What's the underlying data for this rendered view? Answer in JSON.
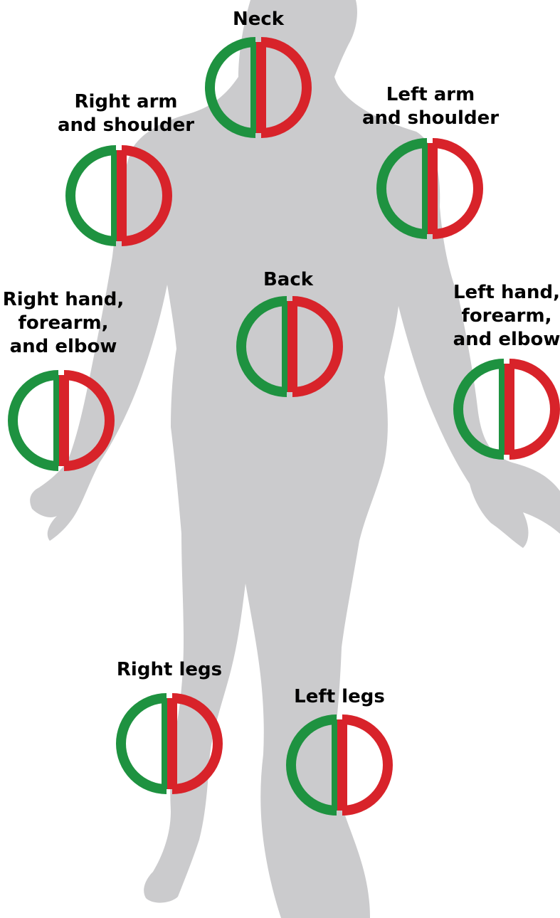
{
  "colors": {
    "silhouette": "#cbcbcd",
    "left_half": "#1e9240",
    "right_half": "#d8232a",
    "background": "#ffffff"
  },
  "regions": {
    "neck": {
      "label_lines": [
        "Neck"
      ]
    },
    "right_arm_shoulder": {
      "label_lines": [
        "Right arm",
        "and shoulder"
      ]
    },
    "left_arm_shoulder": {
      "label_lines": [
        "Left arm",
        "and shoulder"
      ]
    },
    "back": {
      "label_lines": [
        "Back"
      ]
    },
    "right_hand": {
      "label_lines": [
        "Right hand,",
        "forearm,",
        "and elbow"
      ]
    },
    "left_hand": {
      "label_lines": [
        "Left hand,",
        "forearm,",
        "and elbow"
      ]
    },
    "right_legs": {
      "label_lines": [
        "Right legs"
      ]
    },
    "left_legs": {
      "label_lines": [
        "Left legs"
      ]
    }
  }
}
